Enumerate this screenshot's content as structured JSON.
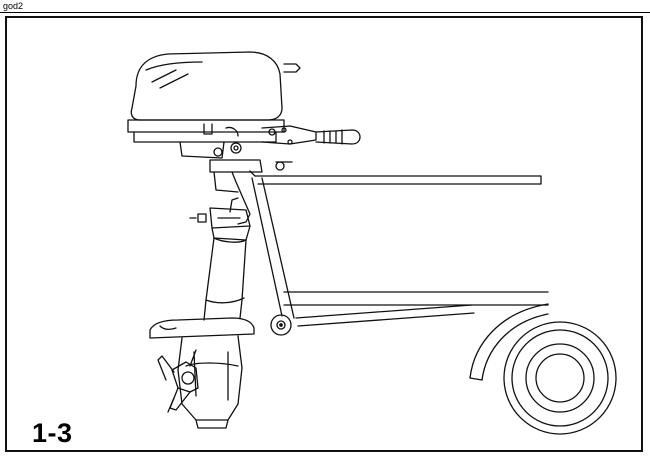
{
  "header": {
    "tag": "god2"
  },
  "figure": {
    "label": "1-3",
    "illustration": "outboard-motor-mounted-on-trailer"
  },
  "colors": {
    "line": "#111111",
    "background": "#ffffff"
  }
}
